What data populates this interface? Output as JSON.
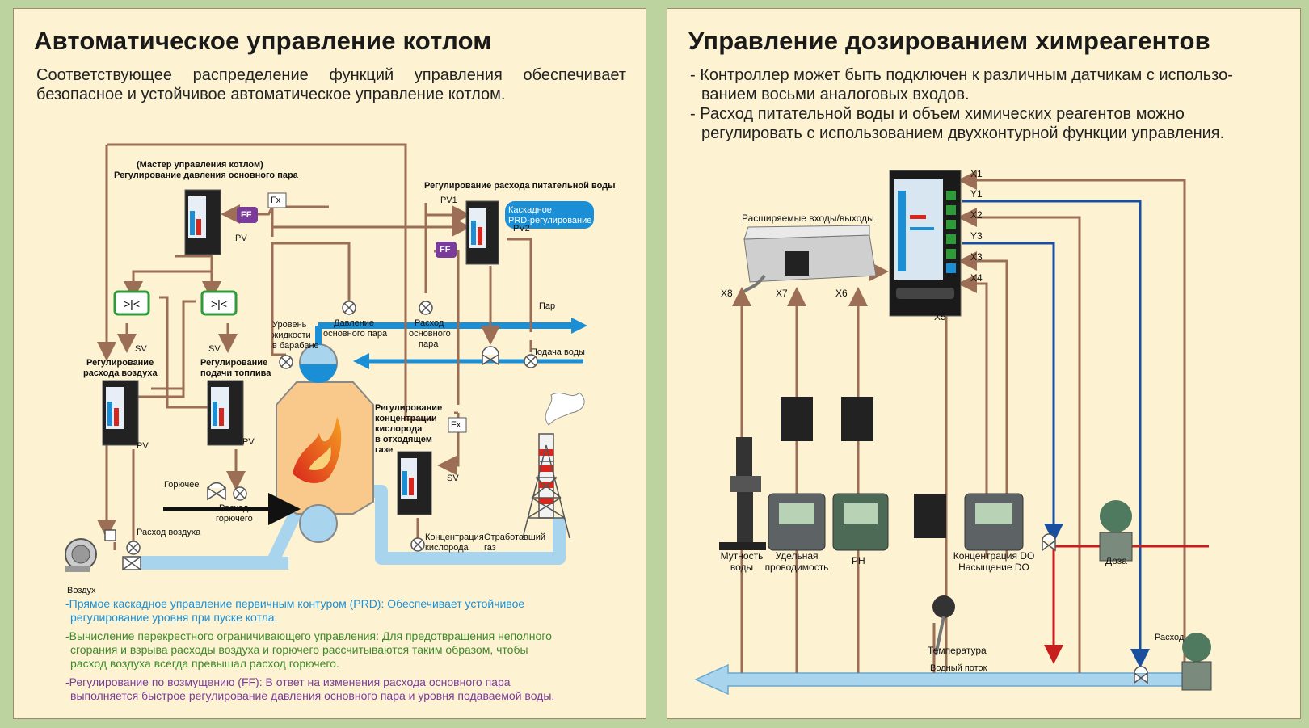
{
  "left": {
    "title": "Автоматическое управление котлом",
    "intro": "Соответствующее распределение функций управления обеспечивает безопасное и устойчивое автоматическое управление котлом.",
    "labels": {
      "master1": "(Мастер управления котлом)",
      "master2": "Регулирование давления основного пара",
      "feedwater": "Регулирование расхода питательной воды",
      "cascade1": "Каскадное",
      "cascade2": "PRD-регулирование",
      "pv1": "PV1",
      "pv2": "PV2",
      "pv": "PV",
      "sv": "SV",
      "fx": "Fx",
      "ff": "FF",
      "air_ctrl1": "Регулирование",
      "air_ctrl2": "расхода воздуха",
      "fuel_ctrl1": "Регулирование",
      "fuel_ctrl2": "подачи топлива",
      "drum_level1": "Уровень",
      "drum_level2": "жидкости",
      "drum_level3": "в барабане",
      "steam_press1": "Давление",
      "steam_press2": "основного пара",
      "steam_flow1": "Расход",
      "steam_flow2": "основного",
      "steam_flow3": "пара",
      "steam": "Пар",
      "water_feed": "Подача воды",
      "o2_ctrl1": "Регулирование",
      "o2_ctrl2": "концентрации",
      "o2_ctrl3": "кислорода",
      "o2_ctrl4": "в отходящем",
      "o2_ctrl5": "газе",
      "fuel": "Горючее",
      "fuel_flow1": "Расход",
      "fuel_flow2": "горючего",
      "air_flow": "Расход воздуха",
      "air": "Воздух",
      "o2_conc1": "Концентрация",
      "o2_conc2": "кислорода",
      "exhaust1": "Отработавший",
      "exhaust2": "газ"
    },
    "notes": {
      "n1": "-Прямое каскадное управление первичным контуром (PRD): Обеспечивает устойчивое",
      "n1b": "регулирование уровня при пуске котла.",
      "n2": "-Вычисление перекрестного ограничивающего управления: Для предотвращения неполного",
      "n2b": "сгорания и взрыва расходы воздуха и горючего рассчитываются таким образом, чтобы",
      "n2c": "расход воздуха всегда превышал расход горючего.",
      "n3": "-Регулирование по возмущению (FF): В ответ на изменения расхода основного пара",
      "n3b": "выполняется быстрое регулирование давления основного пара и уровня подаваемой воды."
    },
    "colors": {
      "note1": "#1a8fd6",
      "note2": "#3d8a2a",
      "note3": "#7b3b9a"
    }
  },
  "right": {
    "title": "Управление дозированием химреагентов",
    "bullet1a": "- Контроллер может быть подключен к различным датчикам с использо-",
    "bullet1b": "ванием восьми аналоговых входов.",
    "bullet2a": "- Расход питательной воды и объем химических реагентов можно",
    "bullet2b": "регулировать с использованием двухконтурной функции управления.",
    "labels": {
      "expand": "Расширяемые входы/выходы",
      "x1": "X1",
      "y1": "Y1",
      "x2": "X2",
      "y3": "Y3",
      "x3": "X3",
      "x4": "X4",
      "x5": "X5",
      "x6": "X6",
      "x7": "X7",
      "x8": "X8",
      "turb1": "Мутность",
      "turb2": "воды",
      "cond1": "Удельная",
      "cond2": "проводимость",
      "ph": "PH",
      "do1": "Концентрация DO",
      "do2": "Насыщение DO",
      "dose": "Доза",
      "temp": "Температура",
      "flowq": "Расход",
      "stream": "Водный поток"
    }
  }
}
